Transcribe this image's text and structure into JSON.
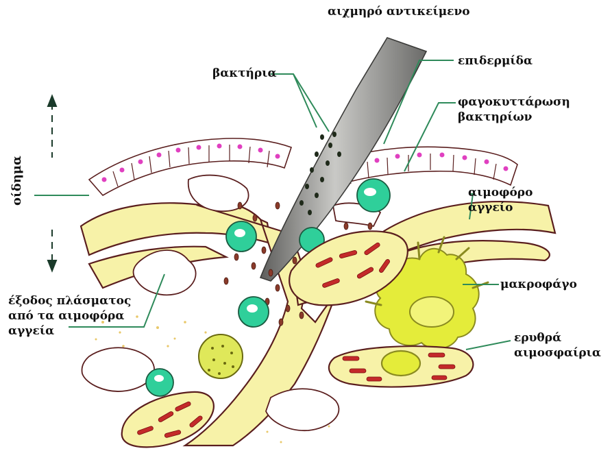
{
  "labels": {
    "sharp_object": "αιχμηρό αντικείμενο",
    "bacteria": "βακτήρια",
    "epidermis": "επιδερμίδα",
    "phagocytosis": [
      "φαγοκυττάρωση",
      "βακτηρίων"
    ],
    "edema": "οίδημα",
    "blood_vessel": [
      "αιμοφόρο",
      "αγγείο"
    ],
    "macrophage": "μακροφάγο",
    "plasma_exit": [
      "έξοδος πλάσματος",
      "από τα αιμοφόρα",
      "αγγεία"
    ],
    "red_blood_cells": [
      "ερυθρά",
      "αιμοσφαίρια"
    ]
  },
  "colors": {
    "vessel_fill": "#f7f2a8",
    "cell_outline": "#5a1e1e",
    "nucleus": "#e040c0",
    "phagocyte": "#2fcf9a",
    "macrophage": "#e4ec3a",
    "rbc": "#c42a2a",
    "blade": "#9a9a98",
    "leader_line": "#2e8a5a"
  }
}
